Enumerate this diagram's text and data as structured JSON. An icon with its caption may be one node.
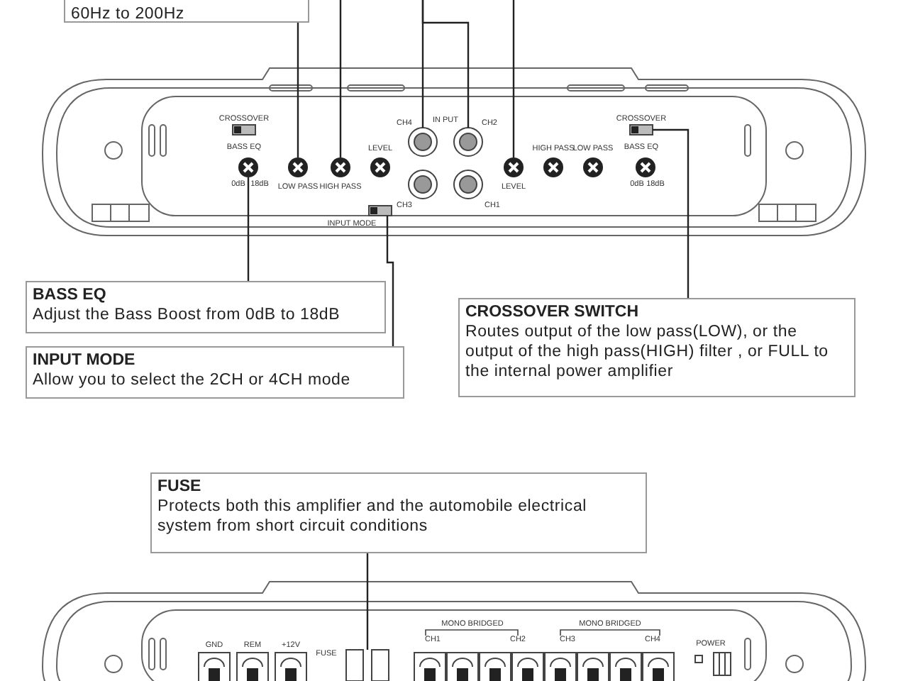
{
  "diagram": {
    "nodes": [
      {
        "text": [
          "60Hz to 200Hz"
        ]
      },
      {
        "text": [],
        "shape": "circle",
        "beside": [
          "LOW PASS"
        ]
      },
      {
        "text": [],
        "shape": "circle",
        "beside": [
          "HIGH PASS"
        ]
      },
      {
        "text": [],
        "shape": "circle",
        "beside": [
          "CH4"
        ]
      },
      {
        "text": [],
        "shape": "circle",
        "beside": [
          "CH2"
        ]
      },
      {
        "text": [],
        "shape": "circle",
        "beside": [
          "LEVEL"
        ]
      },
      {
        "text": [],
        "shape": "circle",
        "beside": [
          "BASS EQ",
          "0dB",
          "18dB"
        ]
      },
      {
        "text": [],
        "shape": "box",
        "beside": [
          "INPUT MODE"
        ]
      },
      {
        "text": [],
        "shape": "box",
        "beside": [
          "CROSSOVER"
        ]
      },
      {
        "text": [
          "BASS EQ",
          "Adjust the Bass Boost from 0dB to 18dB"
        ]
      },
      {
        "text": [
          "INPUT MODE",
          "Allow you to select the 2CH or 4CH mode"
        ]
      },
      {
        "text": [
          "CROSSOVER SWITCH",
          "Routes output of the  low pass(LOW), or the output of the high pass(HIGH) filter , or FULL to the internal power amplifier"
        ]
      },
      {
        "text": [
          "FUSE",
          "Protects both this amplifier and the automobile electrical system from short circuit conditions"
        ]
      },
      {
        "text": [],
        "shape": "box",
        "beside": [
          "FUSE"
        ]
      },
      {
        "text": [],
        "shape": "box",
        "beside": [
          "CROSSOVER"
        ]
      },
      {
        "text": [],
        "shape": "circle",
        "beside": [
          "LEVEL"
        ]
      },
      {
        "text": [],
        "shape": "circle",
        "beside": [
          "CH3"
        ]
      },
      {
        "text": [],
        "shape": "circle",
        "beside": [
          "CH1"
        ]
      },
      {
        "text": [],
        "shape": "circle",
        "beside": [
          "HIGH PASS"
        ]
      },
      {
        "text": [],
        "shape": "circle",
        "beside": [
          "LOW PASS"
        ]
      },
      {
        "text": [],
        "shape": "circle",
        "beside": [
          "BASS EQ",
          "0dB",
          "18dB"
        ]
      }
    ],
    "edges": [
      {
        "from": 0,
        "to": 1,
        "arrow": "none"
      },
      {
        "from": null,
        "to": 2,
        "arrow": "none"
      },
      {
        "from": null,
        "to": 3,
        "arrow": "none"
      },
      {
        "from": null,
        "to": 4,
        "arrow": "none"
      },
      {
        "from": null,
        "to": 5,
        "arrow": "none"
      },
      {
        "from": 9,
        "to": 6,
        "arrow": "none"
      },
      {
        "from": 10,
        "to": 7,
        "arrow": "none"
      },
      {
        "from": 11,
        "to": 8,
        "arrow": "none"
      },
      {
        "from": 12,
        "to": 13,
        "arrow": "none"
      }
    ],
    "labels": [
      "IN PUT",
      "GND",
      "REM",
      "+12V",
      "MONO BRIDGED",
      "CH1",
      "CH2",
      "MONO BRIDGED",
      "CH3",
      "CH4",
      "POWER"
    ]
  }
}
